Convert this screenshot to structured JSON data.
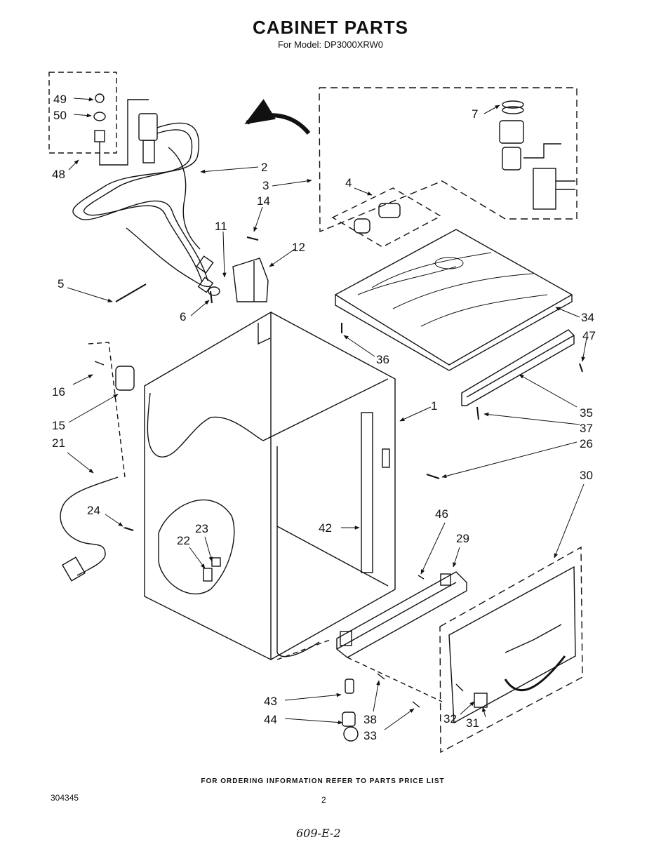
{
  "header": {
    "title": "CABINET PARTS",
    "subtitle": "For Model: DP3000XRW0"
  },
  "footer": {
    "order_note": "FOR ORDERING INFORMATION REFER TO PARTS PRICE LIST",
    "doc_number": "304345",
    "page_number": "2",
    "handwritten_note": "609-E-2"
  },
  "callouts": {
    "c1": "1",
    "c2": "2",
    "c3": "3",
    "c4": "4",
    "c5": "5",
    "c6": "6",
    "c7": "7",
    "c11": "11",
    "c12": "12",
    "c14": "14",
    "c15": "15",
    "c16": "16",
    "c21": "21",
    "c22": "22",
    "c23": "23",
    "c24": "24",
    "c26": "26",
    "c29": "29",
    "c30": "30",
    "c31": "31",
    "c32": "32",
    "c33": "33",
    "c34": "34",
    "c35": "35",
    "c36": "36",
    "c37": "37",
    "c38": "38",
    "c42": "42",
    "c43": "43",
    "c44": "44",
    "c46": "46",
    "c47": "47",
    "c48": "48",
    "c49": "49",
    "c50": "50"
  }
}
